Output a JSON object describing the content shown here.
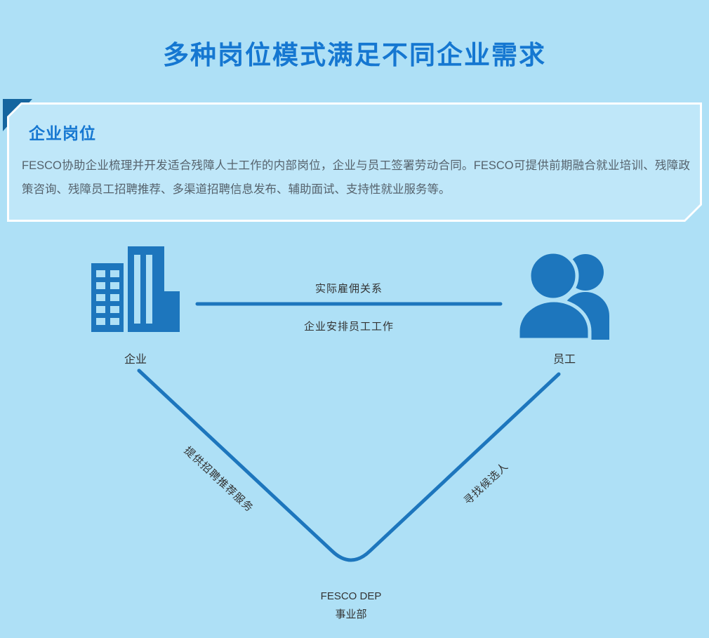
{
  "title": "多种岗位模式满足不同企业需求",
  "panel": {
    "heading": "企业岗位",
    "body": "FESCO协助企业梳理并开发适合残障人士工作的内部岗位，企业与员工签署劳动合同。FESCO可提供前期融合就业培训、残障政策咨询、残障员工招聘推荐、多渠道招聘信息发布、辅助面试、支持性就业服务等。"
  },
  "diagram": {
    "nodes": {
      "company": {
        "label": "企业",
        "icon": "building-icon"
      },
      "employee": {
        "label": "员工",
        "icon": "people-icon"
      },
      "fesco": {
        "line1": "FESCO DEP",
        "line2": "事业部"
      }
    },
    "edges": {
      "top_above": "实际雇佣关系",
      "top_below": "企业安排员工工作",
      "left": "提供招聘推荐服务",
      "right": "寻找候选人"
    }
  },
  "colors": {
    "background": "#aee0f6",
    "panel_background": "#bfe7f9",
    "panel_border": "#ffffff",
    "corner_accent": "#15659f",
    "title_blue": "#1577d1",
    "diagram_blue": "#1d76bd",
    "body_text": "#55626c",
    "label_text": "#333333"
  }
}
